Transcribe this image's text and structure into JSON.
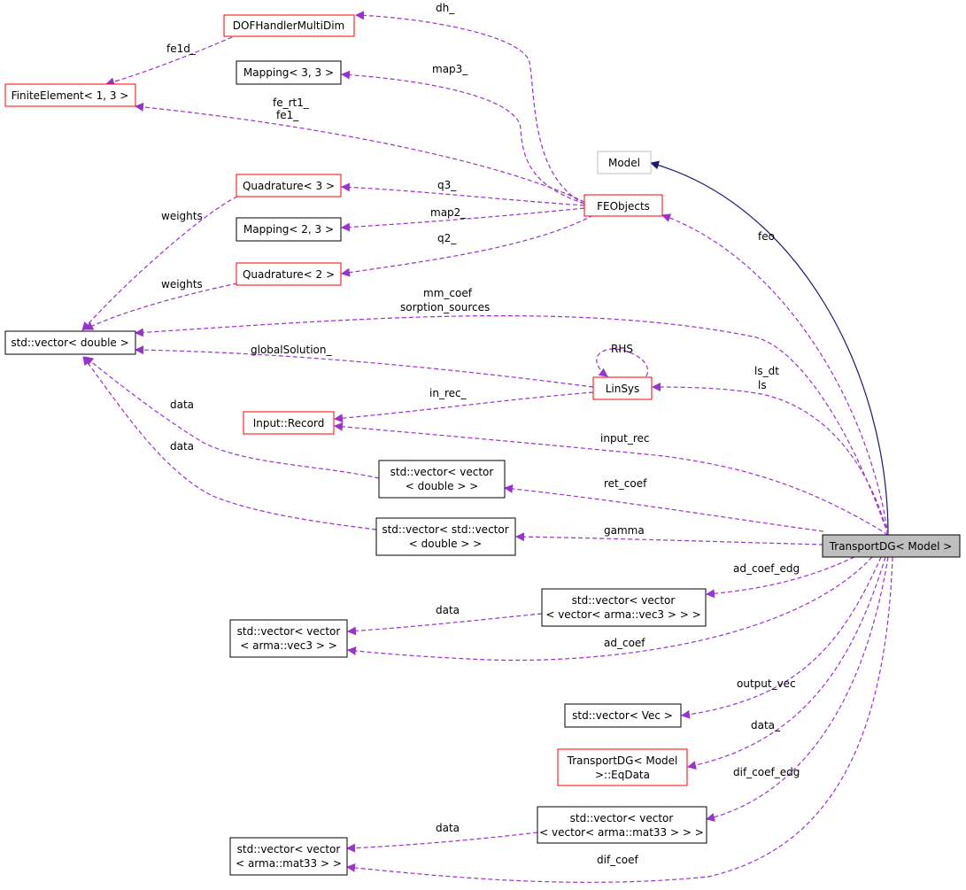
{
  "colors": {
    "edge_dependency": "#9a32cd",
    "edge_inheritance": "#191970",
    "border_incomplete": "#ff0000",
    "border_complete": "#000000",
    "border_external": "#bfbfbf",
    "fill_focus": "#bfbfbf",
    "fill_default": "#ffffff"
  },
  "nodes": {
    "dofhandler": {
      "lines": [
        "DOFHandlerMultiDim"
      ]
    },
    "mapping33": {
      "lines": [
        "Mapping< 3, 3 >"
      ]
    },
    "finiteelement": {
      "lines": [
        "FiniteElement< 1, 3 >"
      ]
    },
    "model": {
      "lines": [
        "Model"
      ]
    },
    "quadrature3": {
      "lines": [
        "Quadrature< 3 >"
      ]
    },
    "feobjects": {
      "lines": [
        "FEObjects"
      ]
    },
    "mapping23": {
      "lines": [
        "Mapping< 2, 3 >"
      ]
    },
    "quadrature2": {
      "lines": [
        "Quadrature< 2 >"
      ]
    },
    "vector_double": {
      "lines": [
        "std::vector< double >"
      ]
    },
    "linsys": {
      "lines": [
        "LinSys"
      ]
    },
    "input_record": {
      "lines": [
        "Input::Record"
      ]
    },
    "vec_vec_double": {
      "lines": [
        "std::vector< vector",
        "< double > >"
      ]
    },
    "vec_stdvec_double": {
      "lines": [
        "std::vector< std::vector",
        "< double > >"
      ]
    },
    "transportdg": {
      "lines": [
        "TransportDG< Model >"
      ]
    },
    "vec_vec_vec_vec3": {
      "lines": [
        "std::vector< vector",
        "< vector< arma::vec3 > > >"
      ]
    },
    "vec_vec_vec3": {
      "lines": [
        "std::vector< vector",
        "< arma::vec3 > >"
      ]
    },
    "vector_vec": {
      "lines": [
        "std::vector< Vec >"
      ]
    },
    "eqdata": {
      "lines": [
        "TransportDG< Model",
        ">::EqData"
      ]
    },
    "vec_vec_vec_mat33": {
      "lines": [
        "std::vector< vector",
        "< vector< arma::mat33 > > >"
      ]
    },
    "vec_vec_mat33": {
      "lines": [
        "std::vector< vector",
        "< arma::mat33 > >"
      ]
    }
  },
  "edge_labels": {
    "dh": "dh_",
    "fe1d": "fe1d_",
    "map3": "map3_",
    "fe_rt1": "fe_rt1_",
    "fe1": "fe1_",
    "q3": "q3_",
    "map2": "map2_",
    "q2": "q2_",
    "feo": "feo",
    "weights_q3": "weights",
    "weights_q2": "weights",
    "mm_coef": "mm_coef",
    "sorption_sources": "sorption_sources",
    "rhs": "RHS",
    "ls_dt": "ls_dt",
    "ls": "ls",
    "global_solution": "globalSolution_",
    "in_rec": "in_rec_",
    "data_vvd": "data",
    "input_rec": "input_rec",
    "data_vsvd": "data",
    "ret_coef": "ret_coef",
    "gamma": "gamma",
    "ad_coef_edg": "ad_coef_edg",
    "data_vec3": "data",
    "ad_coef": "ad_coef",
    "output_vec": "output_vec",
    "data_eq": "data_",
    "dif_coef_edg": "dif_coef_edg",
    "data_mat33": "data",
    "dif_coef": "dif_coef"
  }
}
